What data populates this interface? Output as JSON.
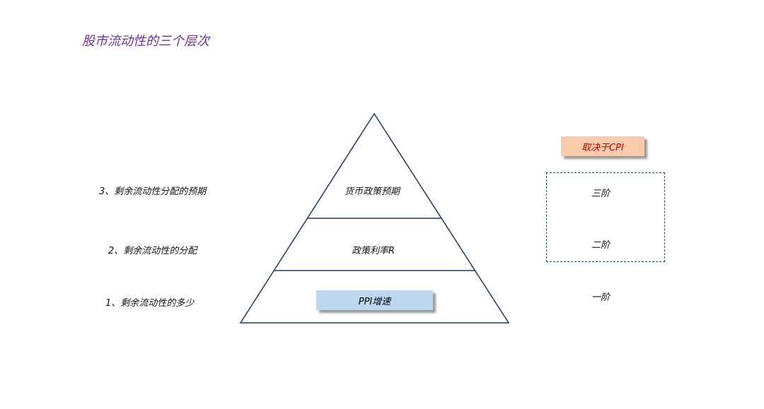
{
  "title": "股市流动性的三个层次",
  "left_labels": [
    "3、剩余流动性分配的预期",
    "2、剩余流动性的分配",
    "1、剩余流动性的多少"
  ],
  "pyramid": [
    "货币政策预期",
    "政策利率R",
    "PPI增速"
  ],
  "right": {
    "header": "取决于CPI",
    "levels": [
      "三阶",
      "二阶",
      "一阶"
    ]
  }
}
